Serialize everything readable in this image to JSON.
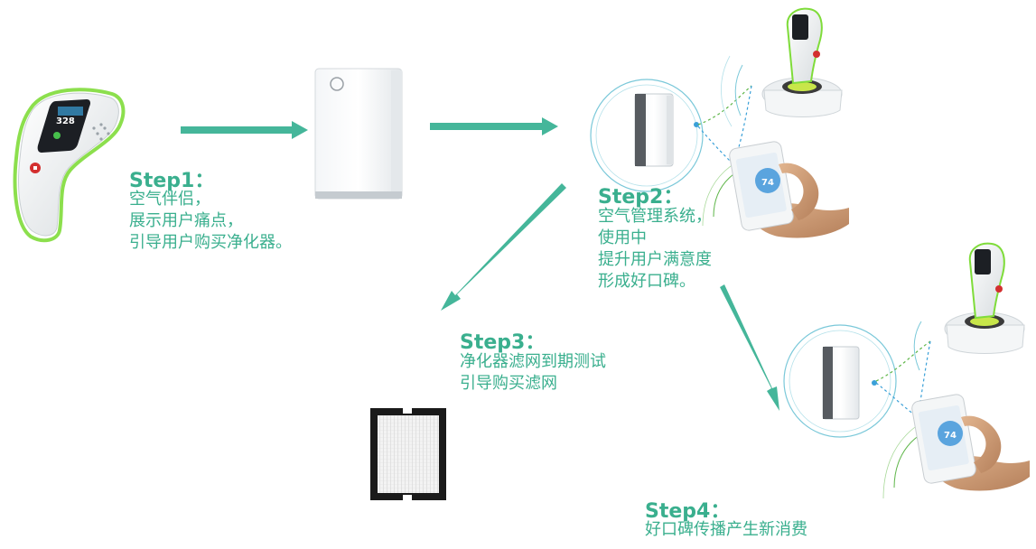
{
  "colors": {
    "accent": "#3aaf8e",
    "arrow": "#45b69a",
    "glow": "#7fdc3a"
  },
  "icons": {
    "companion": "air-companion-device-icon",
    "purifier": "air-purifier-icon",
    "filter": "hepa-filter-icon",
    "phone": "smartphone-in-hand-icon"
  },
  "device_screen": {
    "reading": "328"
  },
  "phone_screen": {
    "reading": "74"
  },
  "steps": [
    {
      "title": "Step1：",
      "lines": [
        "空气伴侣，",
        "展示用户痛点，",
        "引导用户购买净化器。"
      ]
    },
    {
      "title": "Step2：",
      "lines": [
        "空气管理系统，",
        "使用中",
        "提升用户满意度",
        "形成好口碑。"
      ]
    },
    {
      "title": "Step3：",
      "lines": [
        "净化器滤网到期测试",
        "引导购买滤网"
      ]
    },
    {
      "title": "Step4：",
      "lines": [
        "好口碑传播产生新消费"
      ]
    }
  ]
}
